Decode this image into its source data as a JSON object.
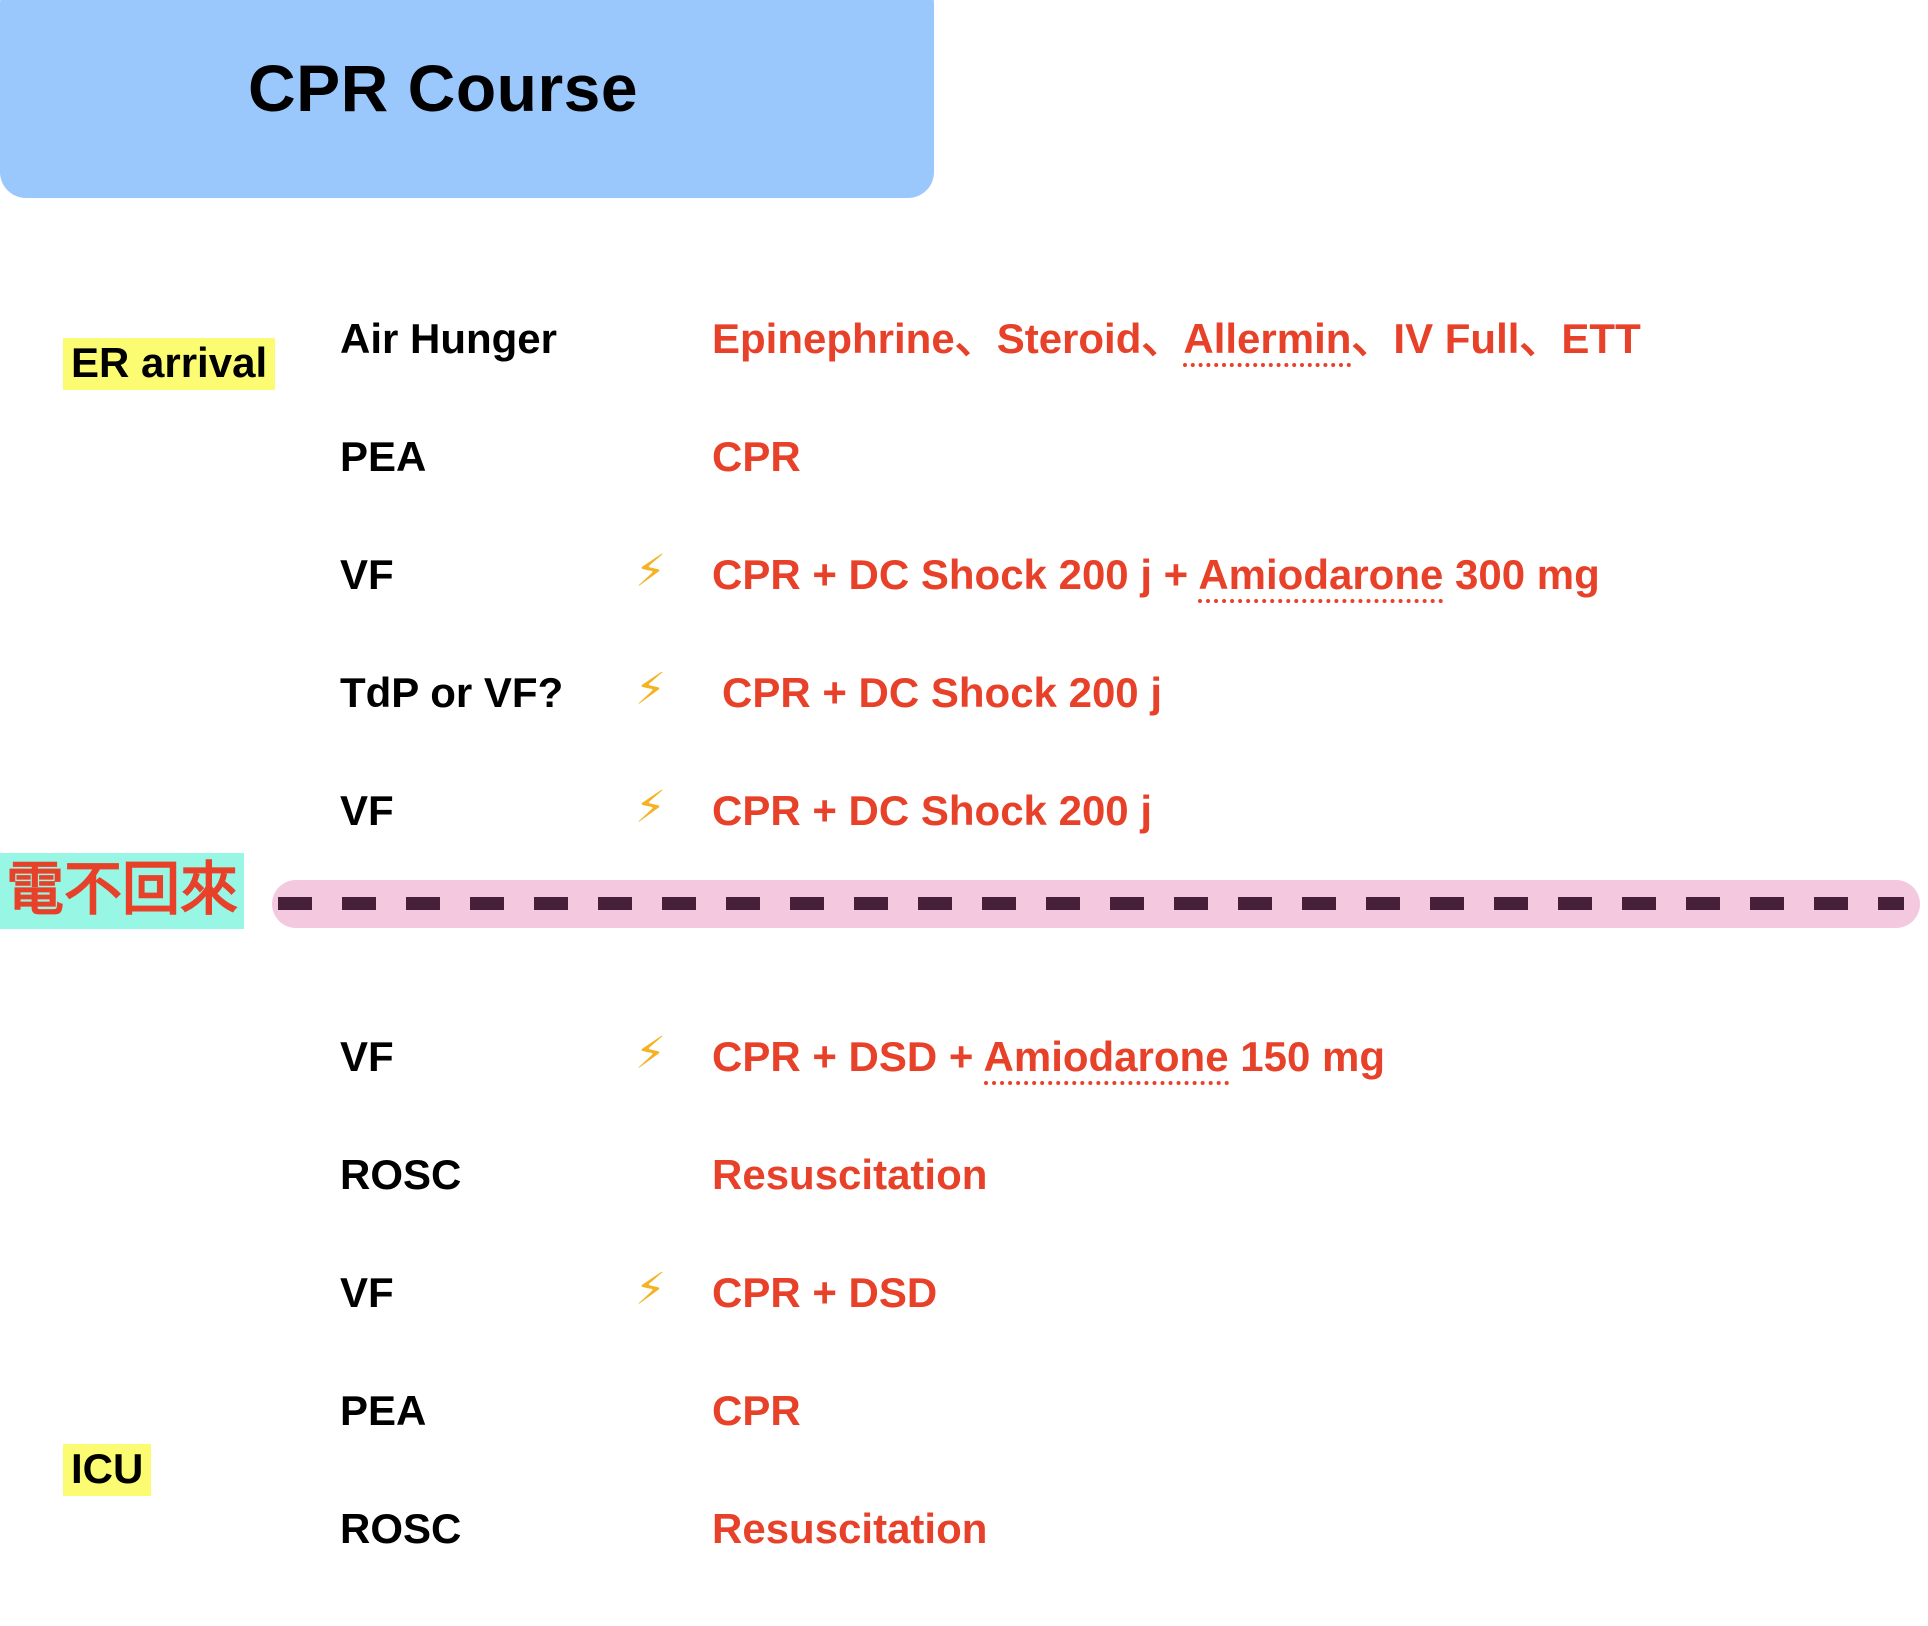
{
  "title": {
    "text": "CPR Course"
  },
  "colors": {
    "banner_blue": "#9BC8FC",
    "treatment_red": "#E8412A",
    "stage_highlight_yellow": "#FCFC72",
    "note_highlight_cyan": "#97F7E4",
    "divider_bar_pink": "#F4C8DF",
    "divider_dash_purple": "#452038",
    "bolt_yellow": "#F5B324"
  },
  "stage_markers": {
    "start": "ER arrival",
    "end": "ICU"
  },
  "divider": {
    "note": "電不回來",
    "style": "dashed-line-on-pink-bar"
  },
  "bolt_icon": "⚡",
  "rows": [
    {
      "rhythm": "Air Hunger",
      "shock": false,
      "treatment_parts": [
        {
          "text": "Epinephrine、Steroid、",
          "dotted": false
        },
        {
          "text": "Allermin",
          "dotted": true
        },
        {
          "text": "、IV Full、ETT",
          "dotted": false
        }
      ]
    },
    {
      "rhythm": "PEA",
      "shock": false,
      "treatment_parts": [
        {
          "text": "CPR",
          "dotted": false
        }
      ]
    },
    {
      "rhythm": "VF",
      "shock": true,
      "treatment_parts": [
        {
          "text": "CPR + DC Shock 200 j + ",
          "dotted": false
        },
        {
          "text": "Amiodarone",
          "dotted": true
        },
        {
          "text": " 300 mg",
          "dotted": false
        }
      ]
    },
    {
      "rhythm": "TdP or VF?",
      "shock": true,
      "indented": true,
      "treatment_parts": [
        {
          "text": "CPR + DC Shock 200 j",
          "dotted": false
        }
      ]
    },
    {
      "rhythm": "VF",
      "shock": true,
      "treatment_parts": [
        {
          "text": "CPR + DC Shock 200 j",
          "dotted": false
        }
      ]
    },
    {
      "rhythm": "VF",
      "shock": true,
      "treatment_parts": [
        {
          "text": "CPR + DSD + ",
          "dotted": false
        },
        {
          "text": "Amiodarone",
          "dotted": true
        },
        {
          "text": " 150 mg",
          "dotted": false
        }
      ]
    },
    {
      "rhythm": "ROSC",
      "shock": false,
      "treatment_parts": [
        {
          "text": "Resuscitation",
          "dotted": false
        }
      ]
    },
    {
      "rhythm": "VF",
      "shock": true,
      "treatment_parts": [
        {
          "text": "CPR + DSD",
          "dotted": false
        }
      ]
    },
    {
      "rhythm": "PEA",
      "shock": false,
      "treatment_parts": [
        {
          "text": "CPR",
          "dotted": false
        }
      ]
    },
    {
      "rhythm": "ROSC",
      "shock": false,
      "treatment_parts": [
        {
          "text": "Resuscitation",
          "dotted": false
        }
      ]
    }
  ],
  "divider_after_row_index": 4
}
